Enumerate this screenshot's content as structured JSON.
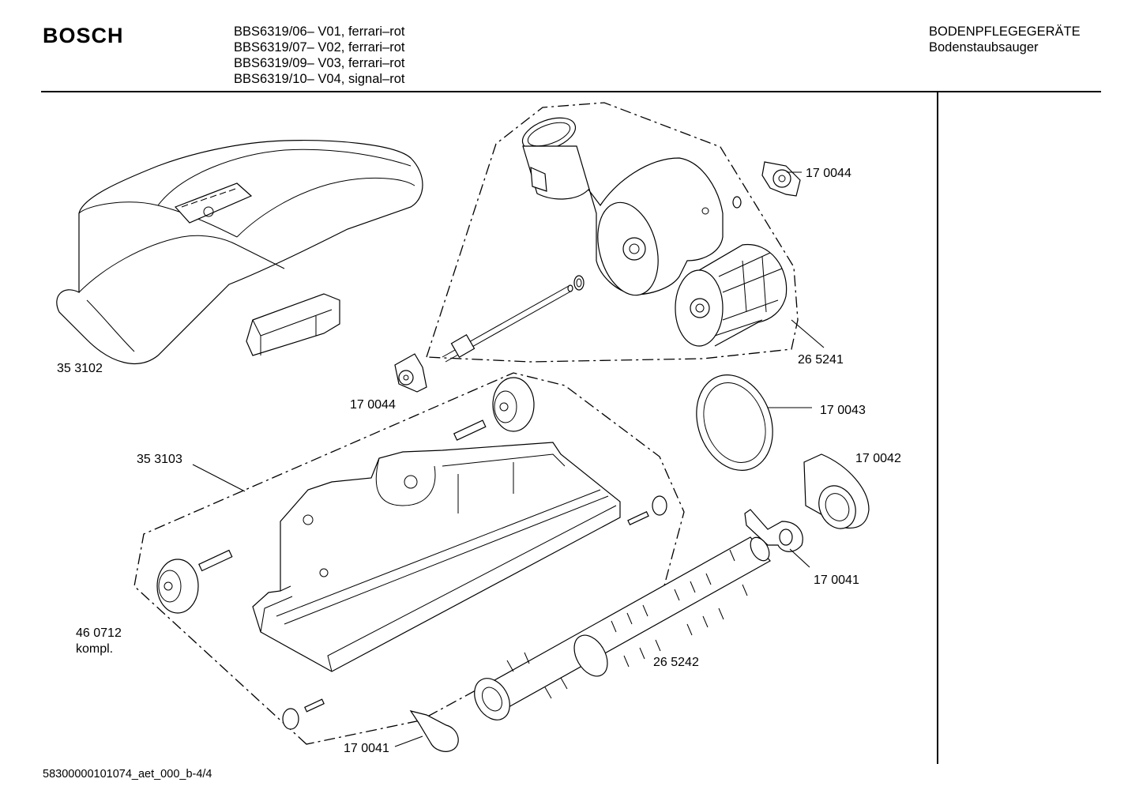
{
  "header": {
    "brand": "BOSCH",
    "models": [
      "BBS6319/06– V01, ferrari–rot",
      "BBS6319/07– V02, ferrari–rot",
      "BBS6319/09– V03, ferrari–rot",
      "BBS6319/10– V04, signal–rot"
    ],
    "category_title": "BODENPFLEGEGERÄTE",
    "category_subtitle": "Bodenstaubsauger"
  },
  "parts": [
    {
      "id": "353102",
      "label": "35 3102"
    },
    {
      "id": "170044a",
      "label": "17 0044"
    },
    {
      "id": "170044b",
      "label": "17 0044"
    },
    {
      "id": "265241",
      "label": "26 5241"
    },
    {
      "id": "170043",
      "label": "17 0043"
    },
    {
      "id": "170042",
      "label": "17 0042"
    },
    {
      "id": "353103",
      "label": "35 3103"
    },
    {
      "id": "170041a",
      "label": "17 0041"
    },
    {
      "id": "460712",
      "label": "46 0712",
      "note": "kompl."
    },
    {
      "id": "265242",
      "label": "26 5242"
    },
    {
      "id": "170041b",
      "label": "17 0041"
    }
  ],
  "footer": {
    "doc_id": "58300000101074_aet_000_b-4/4"
  }
}
